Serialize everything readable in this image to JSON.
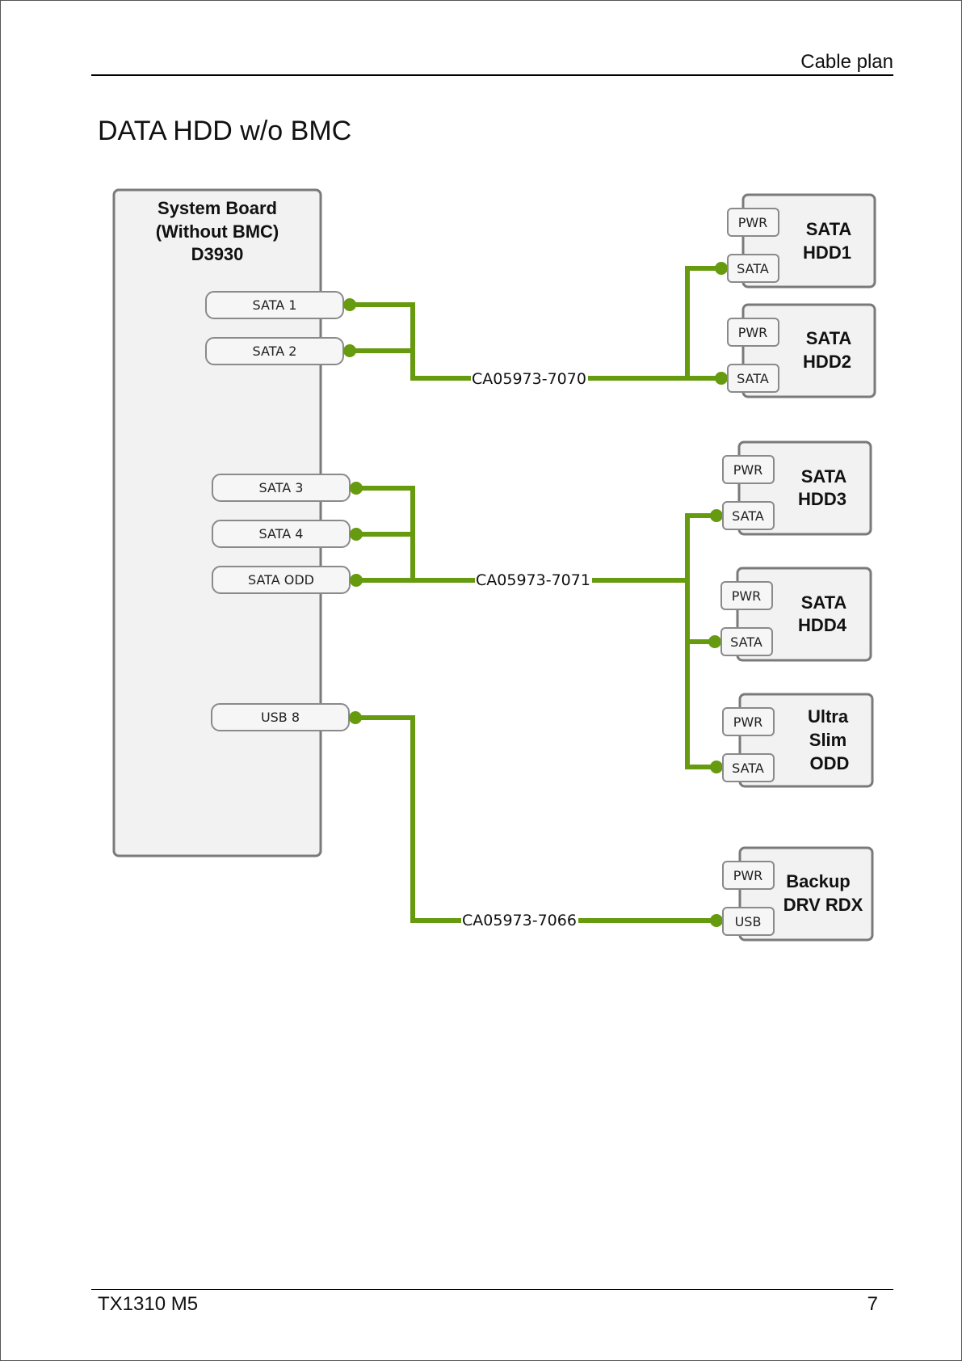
{
  "header": {
    "section": "Cable plan"
  },
  "title": "DATA HDD w/o BMC",
  "footer": {
    "model": "TX1310 M5",
    "page": "7"
  },
  "colors": {
    "cable": "#669a0f",
    "box_fill": "#f2f2f2",
    "box_stroke": "#7a7a7a"
  },
  "board": {
    "lines": [
      "System Board",
      "(Without BMC)",
      "D3930"
    ],
    "ports": [
      "SATA 1",
      "SATA 2",
      "SATA 3",
      "SATA 4",
      "SATA ODD",
      "USB 8"
    ]
  },
  "cables": [
    "CA05973-7070",
    "CA05973-7071",
    "CA05973-7066"
  ],
  "devices": [
    {
      "lines": [
        "SATA",
        "HDD1"
      ],
      "ports": [
        "PWR",
        "SATA"
      ]
    },
    {
      "lines": [
        "SATA",
        "HDD2"
      ],
      "ports": [
        "PWR",
        "SATA"
      ]
    },
    {
      "lines": [
        "SATA",
        "HDD3"
      ],
      "ports": [
        "PWR",
        "SATA"
      ]
    },
    {
      "lines": [
        "SATA",
        "HDD4"
      ],
      "ports": [
        "PWR",
        "SATA"
      ]
    },
    {
      "lines": [
        "Ultra",
        "Slim",
        "ODD"
      ],
      "ports": [
        "PWR",
        "SATA"
      ]
    },
    {
      "lines": [
        "Backup",
        "DRV RDX"
      ],
      "ports": [
        "PWR",
        "USB"
      ]
    }
  ]
}
